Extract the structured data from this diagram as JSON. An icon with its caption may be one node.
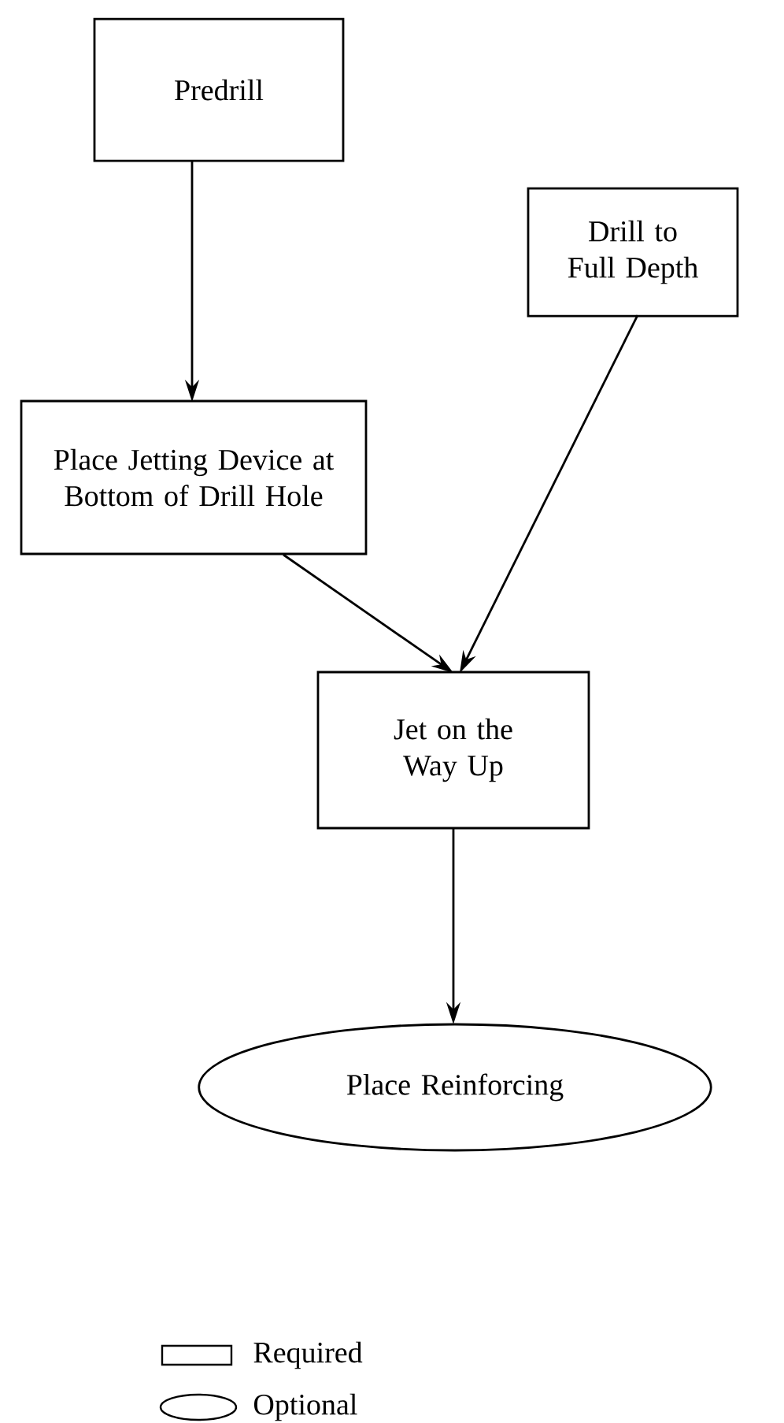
{
  "diagram": {
    "nodes": [
      {
        "text": [
          "Predrill"
        ]
      },
      {
        "text": [
          "Drill to Full Depth"
        ]
      },
      {
        "text": [
          "Place Jetting Device at Bottom of Drill Hole"
        ]
      },
      {
        "text": [
          "Jet on the Way Up"
        ]
      },
      {
        "text": [
          "Place Reinforcing"
        ]
      }
    ],
    "edges": [
      {
        "from": 0,
        "to": 2,
        "arrow": "to"
      },
      {
        "from": 2,
        "to": 3,
        "arrow": "to"
      },
      {
        "from": 1,
        "to": 3,
        "arrow": "to"
      },
      {
        "from": 3,
        "to": 4,
        "arrow": "to"
      }
    ],
    "legend": [
      {
        "text": "Required"
      },
      {
        "text": "Optional"
      }
    ]
  }
}
